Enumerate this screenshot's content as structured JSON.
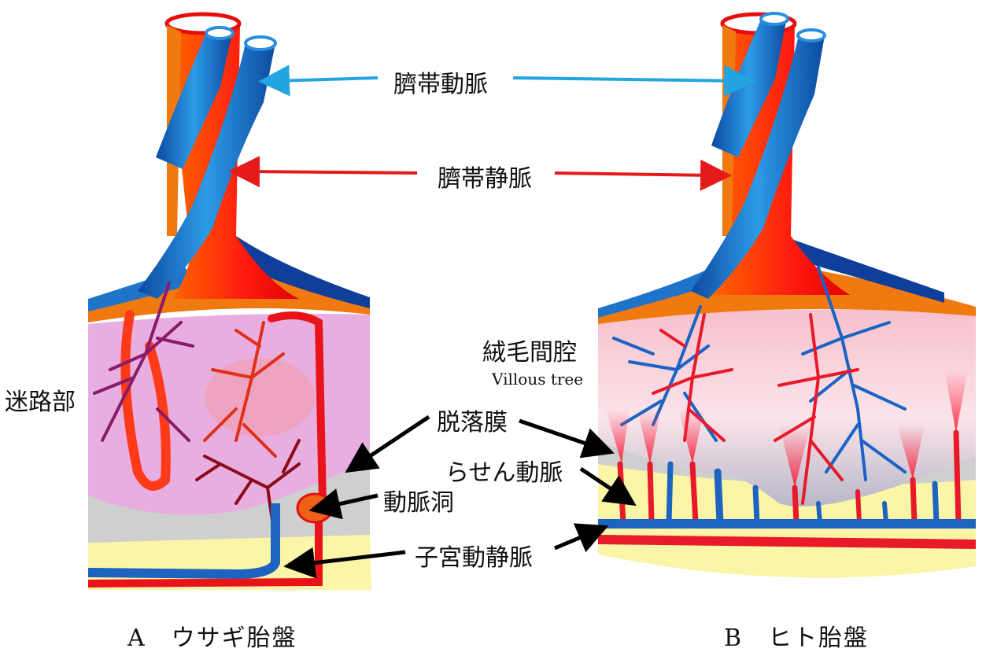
{
  "labels": {
    "umbilical_artery": "臍帯動脈",
    "umbilical_vein": "臍帯静脈",
    "labyrinth": "迷路部",
    "intervillous_space": "絨毛間腔",
    "villous_tree": "Villous tree",
    "decidua": "脱落膜",
    "spiral_artery": "らせん動脈",
    "arterial_sinus": "動脈洞",
    "uterine_vessels": "子宮動静脈"
  },
  "captions": {
    "a": "A　ウサギ胎盤",
    "b": "B　ヒト胎盤"
  },
  "colors": {
    "artery_blue": "#1f7fd0",
    "vein_red": "#f01818",
    "orange": "#f07a10",
    "labyrinth_pink": "#e6a8dc",
    "decidua_gray": "#cfcfcf",
    "uterine_yellow": "#fbf5a8",
    "arrow_cyan": "#22a5e0",
    "arrow_red": "#e51b1b",
    "arrow_black": "#000000"
  }
}
